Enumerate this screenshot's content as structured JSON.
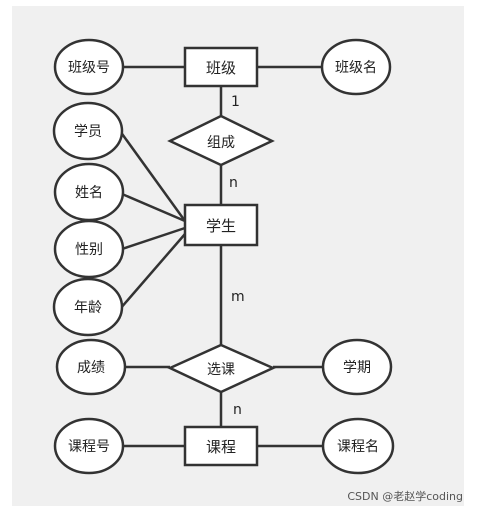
{
  "diagram": {
    "entities": {
      "class": "班级",
      "student": "学生",
      "course": "课程"
    },
    "relationships": {
      "compose": "组成",
      "select_course": "选课"
    },
    "attributes": {
      "class_no": "班级号",
      "class_name": "班级名",
      "member": "学员",
      "name": "姓名",
      "gender": "性别",
      "age": "年龄",
      "score": "成绩",
      "term": "学期",
      "course_no": "课程号",
      "course_name": "课程名"
    },
    "cardinalities": {
      "class_compose": "1",
      "compose_student": "n",
      "student_select": "m",
      "select_course": "n"
    }
  },
  "watermark": "CSDN @老赵学coding"
}
